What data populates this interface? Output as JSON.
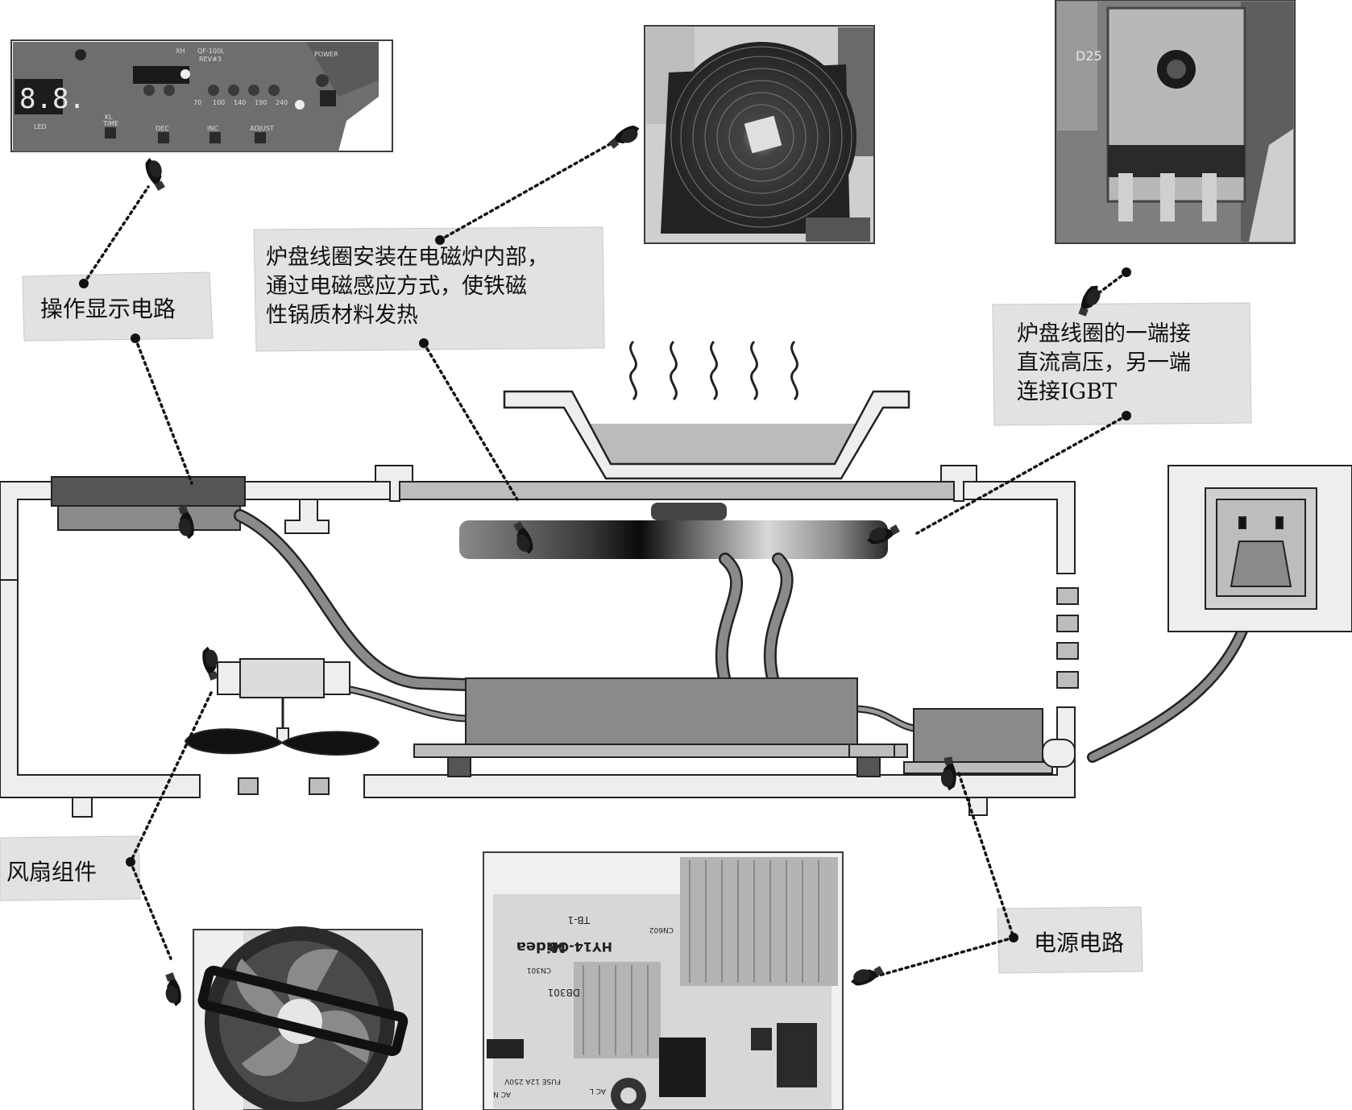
{
  "labels": {
    "operation_display": "操作显示电路",
    "coil_description": [
      "炉盘线圈安装在电磁炉内部，",
      "通过电磁感应方式，使铁磁",
      "性锅质材料发热"
    ],
    "coil_connection": [
      "炉盘线圈的一端接",
      "直流高压，另一端",
      "连接IGBT"
    ],
    "fan_assembly": "风扇组件",
    "power_circuit": "电源电路"
  },
  "photo_texts": {
    "display_board": [
      "XH",
      "QF-100L",
      "REV#3",
      "LED",
      "TIME",
      "DEC",
      "INC",
      "ADJUST",
      "POWER",
      "70",
      "100",
      "140",
      "190",
      "240",
      "KL"
    ],
    "igbt": "D25",
    "power_board": [
      "Midea",
      "HY14-GB",
      "TB-1",
      "DB301",
      "CN301",
      "CN602",
      "FUSE 12A 250V",
      "AC L",
      "AC N"
    ]
  },
  "colors": {
    "photo_frame": "#3c3c3c",
    "callout_bg": "#e2e2e2",
    "housing": "#9a9a9a",
    "pot_fill": "#bbbbbb"
  },
  "icons": [
    "pointing-hand-icon",
    "heat-wave-icon",
    "power-socket-icon",
    "fan-blade-icon"
  ]
}
